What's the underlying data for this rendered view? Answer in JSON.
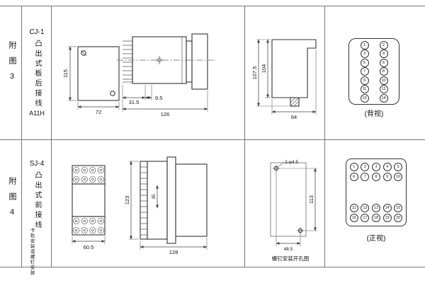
{
  "figures": {
    "row1": {
      "fig_no": "附图3",
      "model": "CJ-1",
      "type_desc": "凸出式板后接线",
      "code": "A11H",
      "front_view": {
        "height": "115",
        "width": "72"
      },
      "side_view": {
        "depth1": "31.5",
        "depth2": "9.5",
        "total": "126"
      },
      "rear_view": {
        "outer_height": "107.5",
        "inner_height": "104",
        "width": "64"
      },
      "terminal_view": {
        "label": "(背视)",
        "terminals": [
          "1",
          "2",
          "3",
          "4",
          "5",
          "6",
          "7",
          "8",
          "9",
          "10",
          "11",
          "12",
          "13",
          "14"
        ]
      }
    },
    "row2": {
      "fig_no": "附图4",
      "model": "SJ-4",
      "type_desc": "凸出式前接线",
      "mounting": "卡轨安装或螺钉安装",
      "front_view": {
        "width": "60.5"
      },
      "side_view": {
        "height": "123",
        "inner": "35",
        "depth": "128"
      },
      "drill_view": {
        "holes": "2-φ4.5",
        "v_pitch": "113",
        "h_pitch": "48.5",
        "caption": "螺钉安装开孔图"
      },
      "terminal_view": {
        "label": "(正视)",
        "top": [
          "1",
          "2",
          "3",
          "4",
          "5",
          "6",
          "7",
          "8",
          "9",
          "10"
        ],
        "bottom": [
          "11",
          "12",
          "13",
          "14",
          "15",
          "16",
          "17",
          "18",
          "19",
          "20"
        ]
      }
    }
  }
}
